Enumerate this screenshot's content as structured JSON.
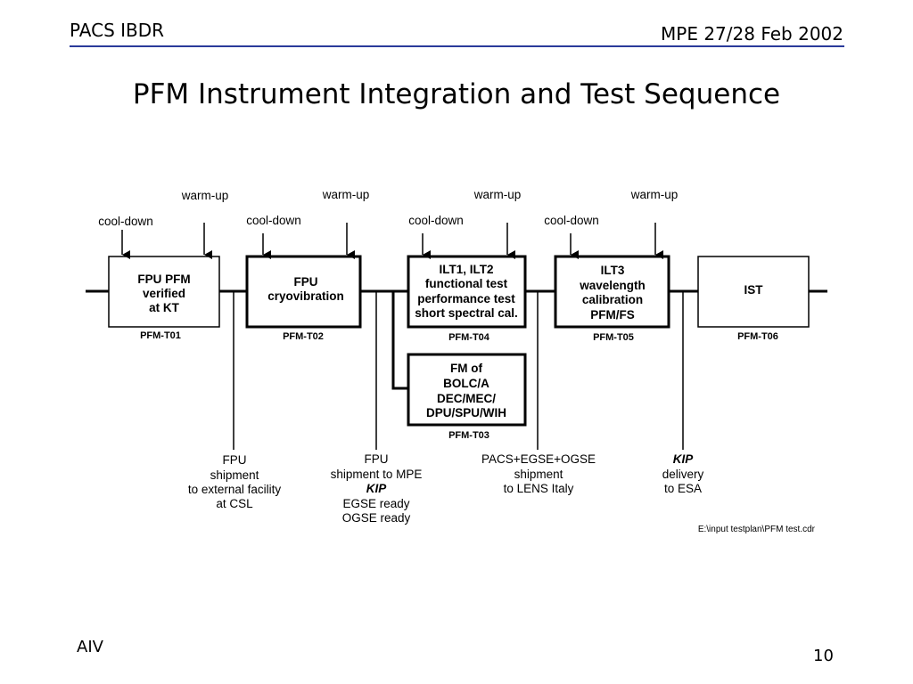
{
  "header": {
    "left": "PACS IBDR",
    "right": "MPE 27/28 Feb 2002"
  },
  "title": "PFM Instrument Integration and Test Sequence",
  "diagram": {
    "warm_up": "warm-up",
    "cool_down": "cool-down",
    "boxes": [
      {
        "lines": [
          "FPU PFM",
          "verified",
          "at KT"
        ],
        "code": "PFM-T01"
      },
      {
        "lines": [
          "FPU",
          "cryovibration"
        ],
        "code": "PFM-T02"
      },
      {
        "lines": [
          "ILT1, ILT2",
          "functional test",
          "performance test",
          "short spectral cal."
        ],
        "code": "PFM-T04"
      },
      {
        "lines": [
          "ILT3",
          "wavelength",
          "calibration",
          "PFM/FS"
        ],
        "code": "PFM-T05"
      },
      {
        "lines": [
          "IST"
        ],
        "code": "PFM-T06"
      },
      {
        "lines": [
          "FM of",
          "BOLC/A",
          "DEC/MEC/",
          "DPU/SPU/WIH"
        ],
        "code": "PFM-T03"
      }
    ],
    "notes": [
      {
        "lines": [
          "FPU",
          "shipment",
          "to external facility",
          "at CSL"
        ]
      },
      {
        "lines": [
          "FPU",
          "shipment to MPE",
          "KIP",
          "EGSE ready",
          "OGSE ready"
        ]
      },
      {
        "lines": [
          "PACS+EGSE+OGSE",
          "shipment",
          "to LENS Italy"
        ]
      },
      {
        "lines": [
          "KIP",
          "delivery",
          "to ESA"
        ]
      }
    ],
    "file_path": "E:\\input testplan\\PFM test.cdr"
  },
  "footer": {
    "left": "AIV",
    "page": "10"
  }
}
